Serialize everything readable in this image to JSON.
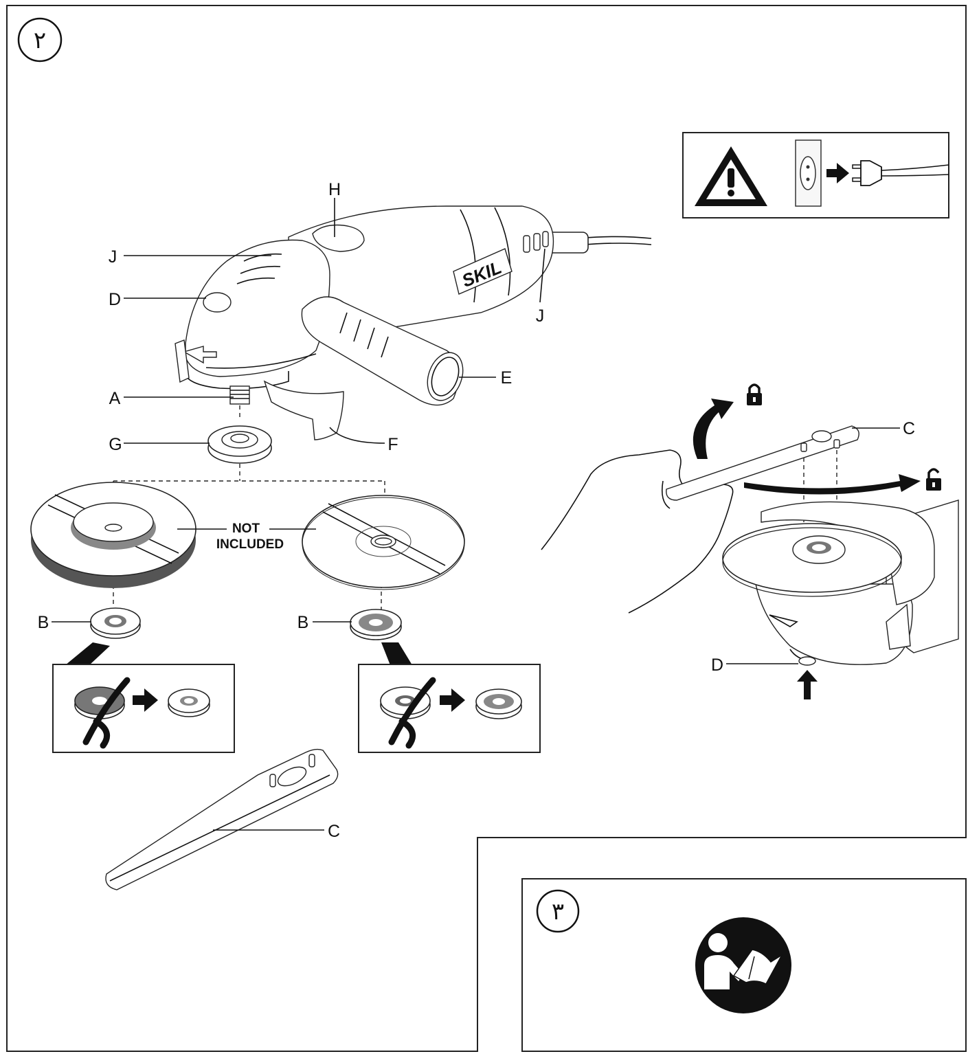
{
  "figure2": {
    "number": "٢",
    "labels": {
      "H": "H",
      "J_top": "J",
      "J_right": "J",
      "D_top": "D",
      "E": "E",
      "A": "A",
      "G": "G",
      "F": "F",
      "B_left": "B",
      "B_right": "B",
      "C_bottom": "C",
      "C_right": "C",
      "D_right": "D"
    },
    "not_included_line1": "NOT",
    "not_included_line2": "INCLUDED",
    "brand": "SKIL"
  },
  "figure3": {
    "number": "٣"
  },
  "icons": {
    "warning": "warning-triangle-icon",
    "unplug": "unplug-icon",
    "lock": "lock-icon",
    "unlock": "unlock-icon",
    "read_manual": "read-manual-icon"
  }
}
